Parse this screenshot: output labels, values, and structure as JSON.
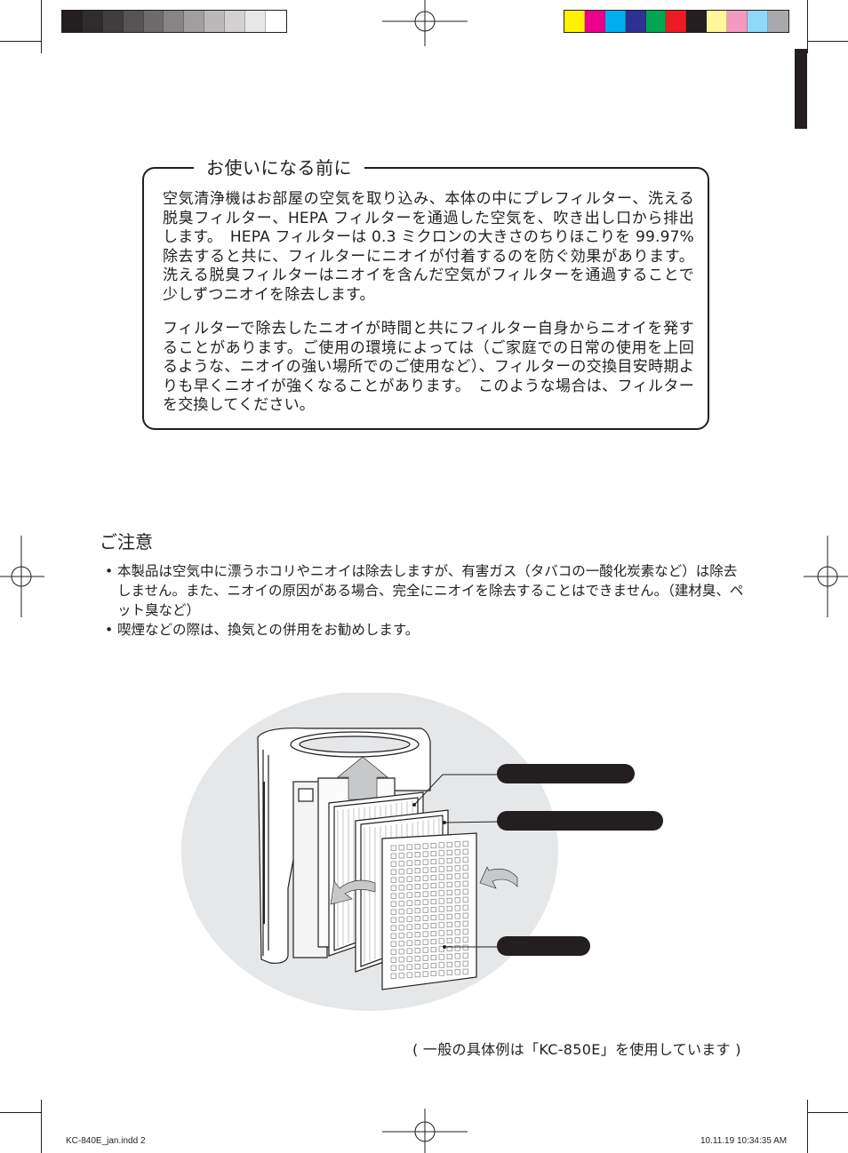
{
  "intro": {
    "title": "お使いになる前に",
    "paragraph1": "空気清浄機はお部屋の空気を取り込み、本体の中にプレフィルター、洗える脱臭フィルター、HEPA フィルターを通過した空気を、吹き出し口から排出します。　HEPA フィルターは 0.3 ミクロンの大きさのちりほこりを 99.97% 除去すると共に、フィルターにニオイが付着するのを防ぐ効果があります。 洗える脱臭フィルターはニオイを含んだ空気がフィルターを通過することで少しずつニオイを除去します。",
    "paragraph2": "フィルターで除去したニオイが時間と共にフィルター自身からニオイを発することがあります。ご使用の環境によっては（ご家庭での日常の使用を上回るような、ニオイの強い場所でのご使用など）、フィルターの交換目安時期よりも早くニオイが強くなることがあります。　このような場合は、フィルターを交換してください。"
  },
  "caution": {
    "title": "ご注意",
    "items": [
      "本製品は空気中に漂うホコリやニオイは除去しますが、有害ガス（タバコの一酸化炭素など）は除去しません。また、ニオイの原因がある場合、完全にニオイを除去することはできません。（建材臭、ペット臭など）",
      "喫煙などの際は、換気との併用をお勧めします。"
    ],
    "bullet": "•"
  },
  "note": "( 一般の具体例は「KC-850E」を使用しています )",
  "slug": {
    "file": "KC-840E_jan.indd   2",
    "timestamp": "10.11.19   10:34:35 AM"
  },
  "colors": {
    "ink": "#231f20",
    "gray_bar": [
      "#231f20",
      "#2e2c2d",
      "#3f3d3e",
      "#555354",
      "#6d6b6c",
      "#868485",
      "#a09e9f",
      "#bab8b9",
      "#d2d0d1",
      "#e8e7e7",
      "#ffffff"
    ],
    "color_bar": [
      "#fff200",
      "#ec008c",
      "#00aeef",
      "#2e3192",
      "#00a651",
      "#ed1c24",
      "#231f20",
      "#fff799",
      "#f49ac1",
      "#8ed8f8",
      "#a7a9ac"
    ]
  }
}
